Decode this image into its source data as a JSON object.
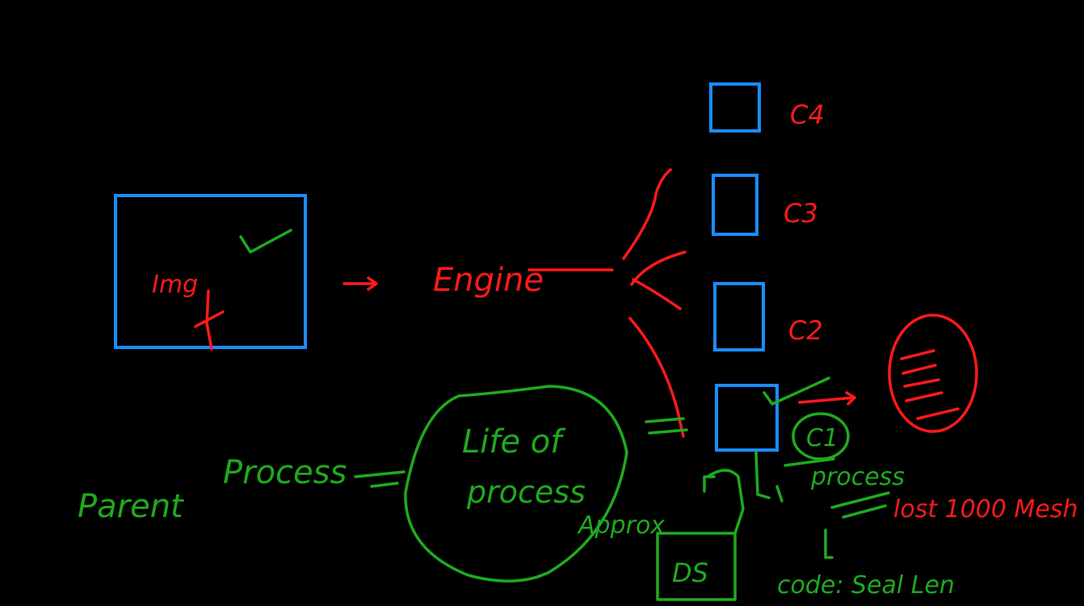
{
  "colors": {
    "background": "#000000",
    "blue": "#1a8cff",
    "red": "#ff1a1a",
    "green": "#1faa1f"
  },
  "labels": {
    "image_box": "Img",
    "engine": "Engine",
    "c4": "C4",
    "c3": "C3",
    "c2": "C2",
    "c1_circle": "C1",
    "parent": "Parent",
    "process_word": "Process",
    "life": "Life of",
    "of_process": "process",
    "approx": "Approx",
    "process_right": "process",
    "lost_label": "lost 1000 Mesh",
    "ds": "DS",
    "code_line": "code: Seal Len"
  }
}
